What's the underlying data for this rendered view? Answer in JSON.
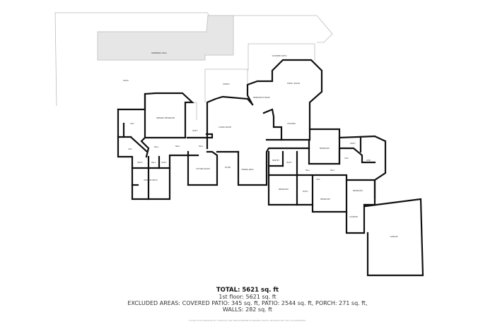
{
  "rooms": {
    "swimming_pool": "SWIMMING POOL",
    "patio": "PATIO",
    "covered_patio": "COVERED PATIO",
    "porch": "PORCH",
    "breakfast_nook": "BREAKFAST NOOK",
    "family_room": "FAMILY ROOM",
    "kitchen": "KITCHEN",
    "living_room": "LIVING ROOM",
    "primary_bedroom": "PRIMARY BEDROOM",
    "wic_1": "WIC",
    "wic_2": "WIC",
    "bath_1": "BATH",
    "hall_1": "HALL",
    "hall_2": "HALL",
    "hall_3": "HALL",
    "bath_2": "BATH",
    "hall_4": "HALL",
    "bath_3": "BATH",
    "primary_bath": "PRIMARY BATH",
    "sitting_room": "SITTING ROOM",
    "foyer": "FOYER",
    "dining_area": "DINING AREA",
    "hall_5": "HALL",
    "pantry": "PANTRY",
    "bath_4": "BATH",
    "bedroom_1": "BEDROOM",
    "bath_5": "BATH",
    "wic_3": "WIC",
    "den": "DEN",
    "hall_6": "HALL",
    "hall_7": "HALL",
    "wic_4": "WIC",
    "bath_6": "BATH",
    "bedroom_2": "BEDROOM",
    "bedroom_3": "BEDROOM",
    "bedroom_4": "BEDROOM",
    "laundry": "LAUNDRY",
    "garage": "GARAGE"
  },
  "summary": {
    "total": "TOTAL: 5621 sq. ft",
    "floor1": "1st floor: 5621 sq. ft",
    "excluded": "EXCLUDED AREAS: COVERED PATIO: 345 sq. ft, PATIO: 2544 sq. ft, PORCH: 271 sq. ft,",
    "walls": "WALLS: 282 sq. ft",
    "disclaimer": "FLOOR PLAN CREATED BY CUBICASA APP. MEASUREMENTS DEEMED HIGHLY RELIABLE BUT NOT GUARANTEED."
  }
}
